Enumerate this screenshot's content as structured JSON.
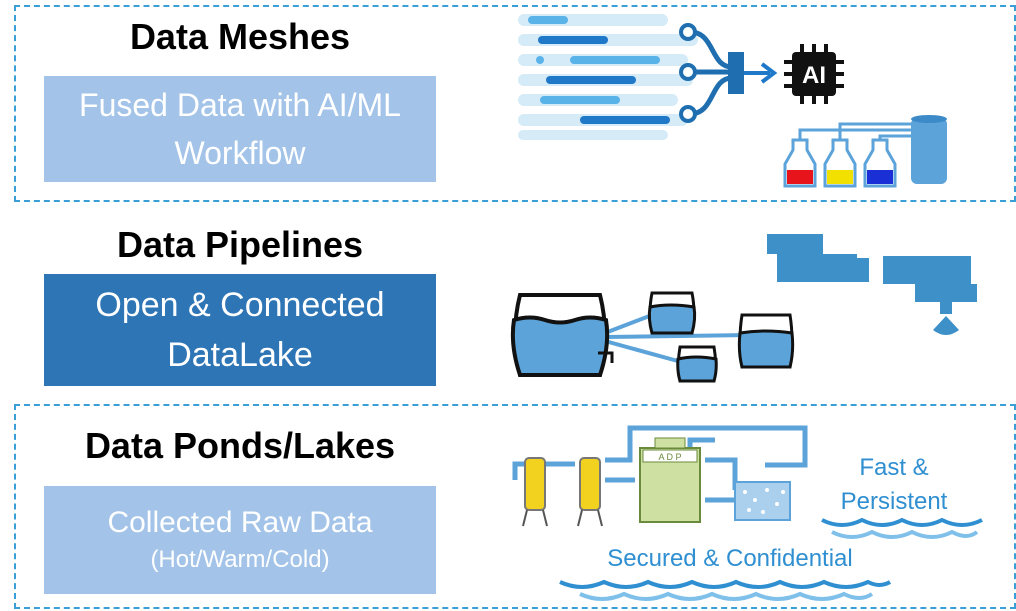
{
  "sections": [
    {
      "title": "Data Meshes",
      "box_lines": [
        "Fused Data with AI/ML",
        "Workflow"
      ],
      "box_color": "#a3c4e8",
      "icon": "ai-chip-icon",
      "icon_label": "AI"
    },
    {
      "title": "Data Pipelines",
      "box_lines": [
        "Open & Connected",
        "DataLake"
      ],
      "box_color": "#2e75b6"
    },
    {
      "title": "Data Ponds/Lakes",
      "box_main": "Collected Raw Data",
      "box_sub": "(Hot/Warm/Cold)",
      "box_color": "#a3c4e8",
      "plant_label": "A D P"
    }
  ],
  "labels": {
    "fast_line1": "Fast &",
    "fast_line2": "Persistent",
    "secured": "Secured & Confidential"
  },
  "colors": {
    "accent": "#3a9fd6",
    "water": "#5ba3d9",
    "label_blue": "#2f8fd1",
    "beaker_red": "#e8141b",
    "beaker_yellow": "#f2e100",
    "beaker_blue": "#1a2fd6"
  }
}
